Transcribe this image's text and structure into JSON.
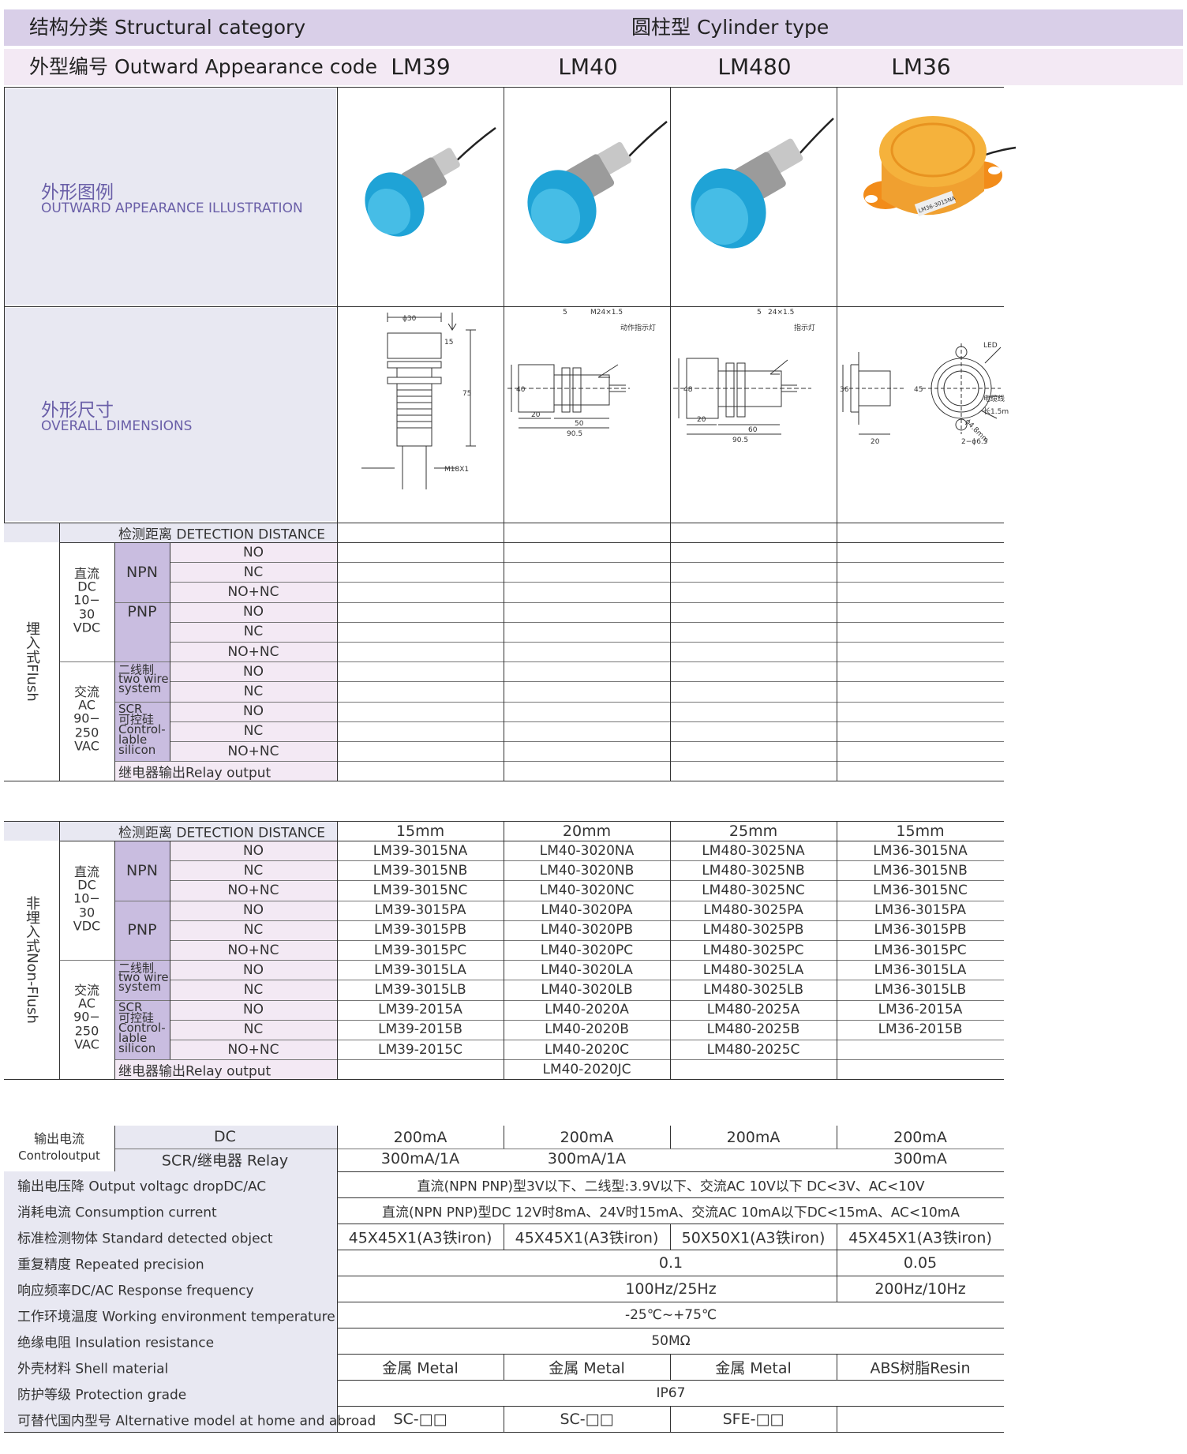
{
  "header": {
    "structural_category": "结构分类 Structural category",
    "cylinder_type": "圆柱型 Cylinder type",
    "outward_code": "外型编号 Outward Appearance code",
    "models": [
      "LM39",
      "LM40",
      "LM480",
      "LM36"
    ]
  },
  "appearance": {
    "cn": "外形图例",
    "en": "OUTWARD APPEARANCE ILLUSTRATION",
    "product_label": "LM36-3015NA"
  },
  "dimensions": {
    "cn": "外形尺寸",
    "en": "OVERALL DIMENSIONS",
    "lm39": {
      "d": "ϕ30",
      "h1": "15",
      "h2": "75",
      "thread": "M18X1"
    },
    "lm40": {
      "a": "5",
      "thread": "M24×1.5",
      "led": "动作指示灯",
      "h": "40",
      "b": "20",
      "c": "50",
      "d": "90.5"
    },
    "lm480": {
      "a": "5",
      "thread": "24×1.5",
      "led": "指示灯",
      "h": "48",
      "b": "20",
      "c": "60",
      "d": "90.5"
    },
    "lm36": {
      "led": "LED",
      "cable": "电缆线",
      "len": "长1.5m",
      "hole": "ϕ4.8mm",
      "holes": "2−ϕ6.5",
      "h": "36",
      "w": "45",
      "b": "20"
    }
  },
  "detection_label": "检测距离 DETECTION DISTANCE",
  "flush_label": "埋入式Flush",
  "nonflush_label": "非埋入式Non-Flush",
  "dc_label": [
    "直流",
    "DC",
    "10−",
    "30",
    "VDC"
  ],
  "ac_label": [
    "交流",
    "AC",
    "90−",
    "250",
    "VAC"
  ],
  "npn": "NPN",
  "pnp": "PNP",
  "twowire": [
    "二线制",
    "two wire",
    "system"
  ],
  "scr": [
    "SCR",
    "可控硅",
    "Control-",
    "lable",
    "silicon"
  ],
  "relay_label": "继电器输出Relay output",
  "outputs": [
    "NO",
    "NC",
    "NO+NC",
    "NO",
    "NC",
    "NO+NC",
    "NO",
    "NC",
    "NO",
    "NC",
    "NO+NC"
  ],
  "distances": [
    "15mm",
    "20mm",
    "25mm",
    "15mm"
  ],
  "nonflush_models": [
    [
      "LM39-3015NA",
      "LM40-3020NA",
      "LM480-3025NA",
      "LM36-3015NA"
    ],
    [
      "LM39-3015NB",
      "LM40-3020NB",
      "LM480-3025NB",
      "LM36-3015NB"
    ],
    [
      "LM39-3015NC",
      "LM40-3020NC",
      "LM480-3025NC",
      "LM36-3015NC"
    ],
    [
      "LM39-3015PA",
      "LM40-3020PA",
      "LM480-3025PA",
      "LM36-3015PA"
    ],
    [
      "LM39-3015PB",
      "LM40-3020PB",
      "LM480-3025PB",
      "LM36-3015PB"
    ],
    [
      "LM39-3015PC",
      "LM40-3020PC",
      "LM480-3025PC",
      "LM36-3015PC"
    ],
    [
      "LM39-3015LA",
      "LM40-3020LA",
      "LM480-3025LA",
      "LM36-3015LA"
    ],
    [
      "LM39-3015LB",
      "LM40-3020LB",
      "LM480-3025LB",
      "LM36-3015LB"
    ],
    [
      "LM39-2015A",
      "LM40-2020A",
      "LM480-2025A",
      "LM36-2015A"
    ],
    [
      "LM39-2015B",
      "LM40-2020B",
      "LM480-2025B",
      "LM36-2015B"
    ],
    [
      "LM39-2015C",
      "LM40-2020C",
      "LM480-2025C",
      ""
    ],
    [
      "",
      "LM40-2020JC",
      "",
      ""
    ]
  ],
  "output_current": {
    "label_cn": "输出电流",
    "label_en": "Controloutput",
    "dc": "DC",
    "scr_relay": "SCR/继电器 Relay",
    "dc_values": [
      "200mA",
      "200mA",
      "200mA",
      "200mA"
    ],
    "scr_values": [
      "300mA/1A",
      "300mA/1A",
      "",
      "300mA"
    ]
  },
  "specs": [
    {
      "label": "输出电压降 Output voltagc dropDC/AC",
      "value": "直流(NPN PNP)型3V以下、二线型:3.9V以下、交流AC 10V以下 DC<3V、AC<10V"
    },
    {
      "label": "消耗电流 Consumption current",
      "value": "直流(NPN PNP)型DC 12V时8mA、24V时15mA、交流AC 10mA以下DC<15mA、AC<10mA"
    },
    {
      "label": "标准检测物体 Standard detected object",
      "values": [
        "45X45X1(A3铁iron)",
        "45X45X1(A3铁iron)",
        "50X50X1(A3铁iron)",
        "45X45X1(A3铁iron)"
      ]
    },
    {
      "label": "重复精度 Repeated precision",
      "value_a": "0.1",
      "value_b": "0.05"
    },
    {
      "label": "响应频率DC/AC Response frequency",
      "value_a": "100Hz/25Hz",
      "value_b": "200Hz/10Hz"
    },
    {
      "label": "工作环境温度 Working environment temperature",
      "value": "-25℃~+75℃"
    },
    {
      "label": "绝缘电阻 Insulation resistance",
      "value": "50MΩ"
    },
    {
      "label": "外壳材料 Shell material",
      "values": [
        "金属 Metal",
        "金属 Metal",
        "金属 Metal",
        "ABS树脂Resin"
      ]
    },
    {
      "label": "防护等级 Protection grade",
      "value": "IP67"
    },
    {
      "label": "可替代国内型号 Alternative model at home and abroad",
      "values": [
        "SC-□□",
        "SC-□□",
        "SFE-□□",
        ""
      ]
    }
  ],
  "colors": {
    "lavender": "#d9cfe8",
    "pink": "#f3e9f4",
    "label_bg": "#e8e8f2",
    "sensor_blue": "#1fa3d6",
    "sensor_orange": "#f5a623"
  }
}
